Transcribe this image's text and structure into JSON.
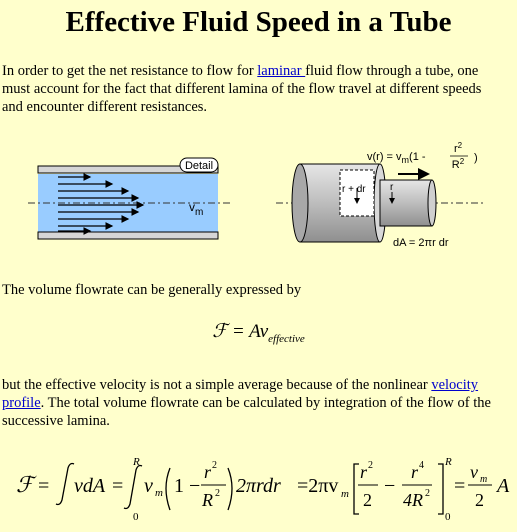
{
  "title": "Effective Fluid Speed in a Tube",
  "intro": {
    "before_link": "In order to get the net resistance to flow for ",
    "link": "laminar ",
    "after_link": "fluid flow through a tube, one must account for the fact that different lamina of the flow travel at different speeds and encounter different resistances."
  },
  "diagram": {
    "detail_button": "Detail",
    "vm_label_v": "v",
    "vm_label_m": "m",
    "eq_v_left": "v(r) = v",
    "eq_m": "m",
    "eq_paren": "(1 -",
    "eq_num": "r",
    "eq_num_sup": "2",
    "eq_den": "R",
    "eq_den_sup": "2",
    "eq_close": ")",
    "r_dr_label": "r + dr",
    "r_label": "r",
    "dA_label": "dA = 2πr dr"
  },
  "volume_text": "The volume flowrate can be generally expressed by",
  "eq1": {
    "lhs": "ℱ = Av",
    "sub": "effective"
  },
  "effective": {
    "before_link": "but the effective velocity is not a simple average because of the nonlinear ",
    "link": "velocity profile",
    "after_link": ". The total volume flowrate can be calculated by integration of the flow of the successive lamina."
  },
  "eq2": {
    "F": "ℱ",
    "eq": "=",
    "integral1": "vdA",
    "upper_R": "R",
    "lower_0": "0",
    "v": "v",
    "m": "m",
    "one_minus": "1 −",
    "r2": "r",
    "R2": "R",
    "sup2": "2",
    "sup4": "4",
    "two_pi_rdr": "2πrdr",
    "eq_2pivm": "=2πv",
    "two": "2",
    "four_R2": "4R",
    "minus": "−",
    "A": "A"
  },
  "colors": {
    "background": "#ffffcc",
    "fluid": "#99ccff",
    "pipe_wall": "#c8c8c8",
    "link": "#0000cc"
  }
}
